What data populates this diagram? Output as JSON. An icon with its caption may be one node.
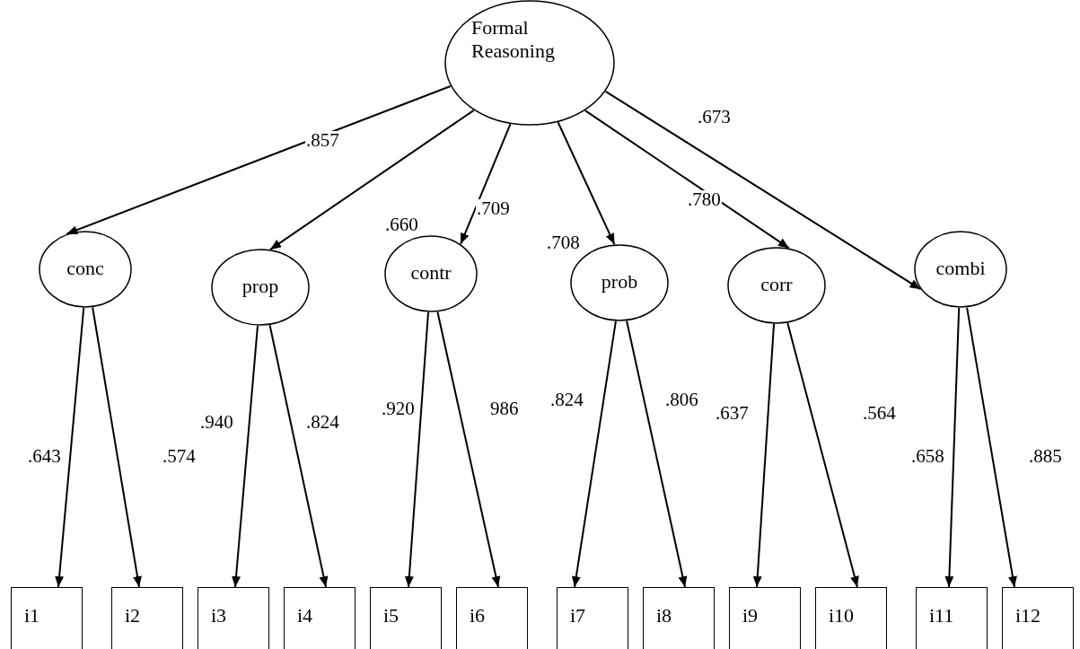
{
  "diagram": {
    "nodes": [
      {
        "text": [
          "Formal Reasoning"
        ]
      },
      {
        "text": [
          "conc"
        ]
      },
      {
        "text": [
          "prop"
        ]
      },
      {
        "text": [
          "contr"
        ]
      },
      {
        "text": [
          "prob"
        ]
      },
      {
        "text": [
          "corr"
        ]
      },
      {
        "text": [
          "combi"
        ]
      },
      {
        "text": [
          "i1"
        ]
      },
      {
        "text": [
          "i2"
        ]
      },
      {
        "text": [
          "i3"
        ]
      },
      {
        "text": [
          "i4"
        ]
      },
      {
        "text": [
          "i5"
        ]
      },
      {
        "text": [
          "i6"
        ]
      },
      {
        "text": [
          "i7"
        ]
      },
      {
        "text": [
          "i8"
        ]
      },
      {
        "text": [
          "i9"
        ]
      },
      {
        "text": [
          "i10"
        ]
      },
      {
        "text": [
          "i11"
        ]
      },
      {
        "text": [
          "i12"
        ]
      }
    ],
    "edges": [
      {
        "from": 0,
        "to": 1,
        "arrow": "to",
        "label": ".857"
      },
      {
        "from": 0,
        "to": 2,
        "arrow": "to",
        "label": ".660"
      },
      {
        "from": 0,
        "to": 3,
        "arrow": "to",
        "label": ".709"
      },
      {
        "from": 0,
        "to": 4,
        "arrow": "to",
        "label": ".708"
      },
      {
        "from": 0,
        "to": 5,
        "arrow": "to",
        "label": ".780"
      },
      {
        "from": 0,
        "to": 6,
        "arrow": "to",
        "label": ".673"
      },
      {
        "from": 1,
        "to": 7,
        "arrow": "to",
        "label": ".643"
      },
      {
        "from": 1,
        "to": 8,
        "arrow": "to",
        "label": ".574"
      },
      {
        "from": 2,
        "to": 9,
        "arrow": "to",
        "label": ".940"
      },
      {
        "from": 2,
        "to": 10,
        "arrow": "to",
        "label": ".824"
      },
      {
        "from": 3,
        "to": 11,
        "arrow": "to",
        "label": ".920"
      },
      {
        "from": 3,
        "to": 12,
        "arrow": "to",
        "label": "986"
      },
      {
        "from": 4,
        "to": 13,
        "arrow": "to",
        "label": ".824"
      },
      {
        "from": 4,
        "to": 14,
        "arrow": "to",
        "label": ".806"
      },
      {
        "from": 5,
        "to": 15,
        "arrow": "to",
        "label": ".637"
      },
      {
        "from": 5,
        "to": 16,
        "arrow": "to",
        "label": ".564"
      },
      {
        "from": 6,
        "to": 17,
        "arrow": "to",
        "label": ".658"
      },
      {
        "from": 6,
        "to": 18,
        "arrow": "to",
        "label": ".885"
      }
    ]
  }
}
